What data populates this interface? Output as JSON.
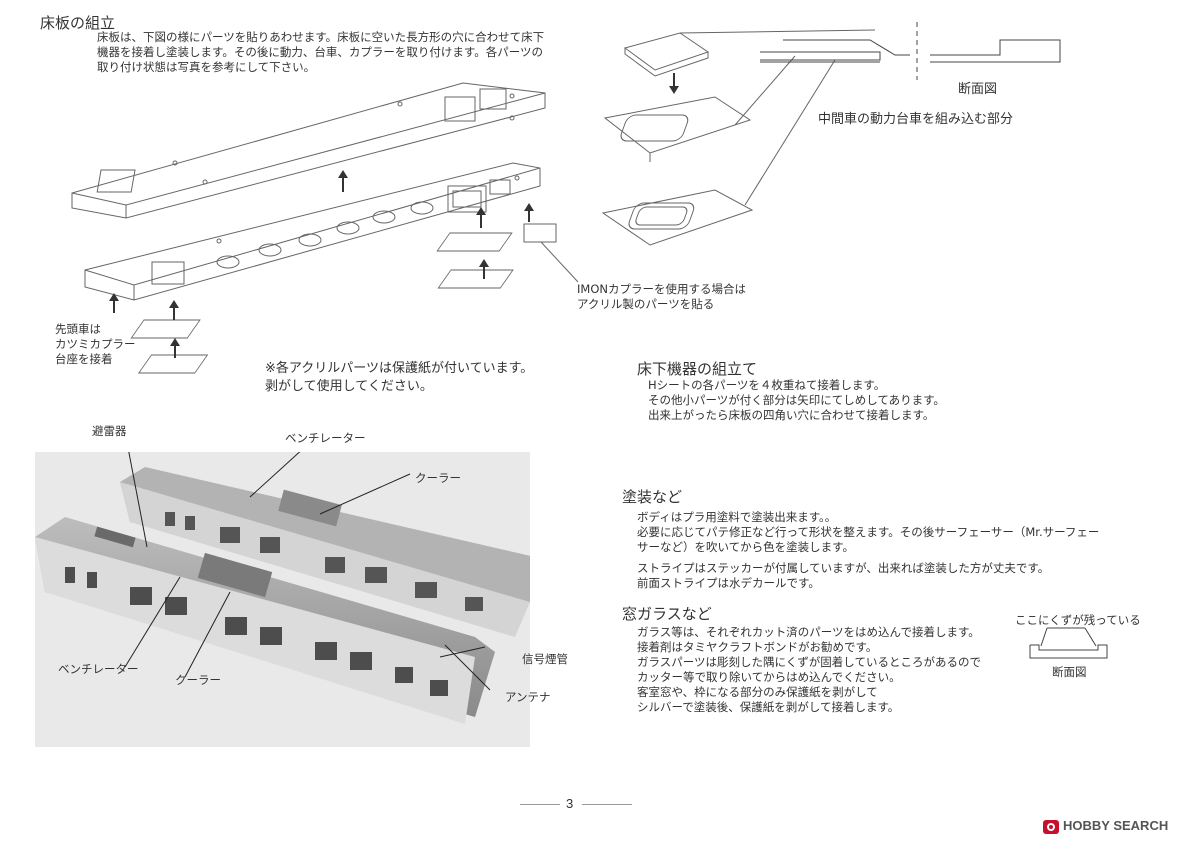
{
  "floor": {
    "title": "床板の組立",
    "body": [
      "床板は、下図の様にパーツを貼りあわせます。床板に空いた長方形の穴に合わせて床下",
      "機器を接着し塗装します。その後に動力、台車、カプラーを取り付けます。各パーツの",
      "取り付け状態は写真を参考にして下さい。"
    ],
    "lead_car": [
      "先頭車は",
      "カツミカプラー",
      "台座を接着"
    ],
    "imon": [
      "IMONカプラーを使用する場合は",
      "アクリル製のパーツを貼る"
    ],
    "acrylic": [
      "※各アクリルパーツは保護紙が付いています。",
      "剥がして使用してください。"
    ]
  },
  "section": {
    "label": "断面図",
    "middle_car": "中間車の動力台車を組み込む部分"
  },
  "underfloor": {
    "title": "床下機器の組立て",
    "body": [
      "Hシートの各パーツを４枚重ねて接着します。",
      "その他小パーツが付く部分は矢印にてしめしてあります。",
      "出来上がったら床板の四角い穴に合わせて接着します。"
    ]
  },
  "photo_labels": {
    "lightning_arrester": "避雷器",
    "ventilator_top": "ベンチレーター",
    "cooler_top": "クーラー",
    "ventilator_bottom": "ベンチレーター",
    "cooler_bottom": "クーラー",
    "signal_horn": "信号煙管",
    "antenna": "アンテナ"
  },
  "painting": {
    "title": "塗装など",
    "body1": [
      "ボディはプラ用塗料で塗装出来ます。。",
      "必要に応じてパテ修正など行って形状を整えます。その後サーフェーサー（Mr.サーフェー",
      "サーなど）を吹いてから色を塗装します。"
    ],
    "body2": [
      "ストライプはステッカーが付属していますが、出来れば塗装した方が丈夫です。",
      "前面ストライプは水デカールです。"
    ]
  },
  "glass": {
    "title": "窓ガラスなど",
    "body1": [
      "ガラス等は、それぞれカット済のパーツをはめ込んで接着します。",
      "接着剤はタミヤクラフトボンドがお勧めです。",
      "ガラスパーツは彫刻した隅にくずが固着しているところがあるので",
      "カッター等で取り除いてからはめ込んでください。"
    ],
    "body2": [
      "客室窓や、枠になる部分のみ保護紙を剥がして",
      "シルバーで塗装後、保護紙を剥がして接着します。"
    ],
    "note": "ここにくずが残っている",
    "section": "断面図"
  },
  "page_number": "3",
  "brand": "HOBBY SEARCH"
}
